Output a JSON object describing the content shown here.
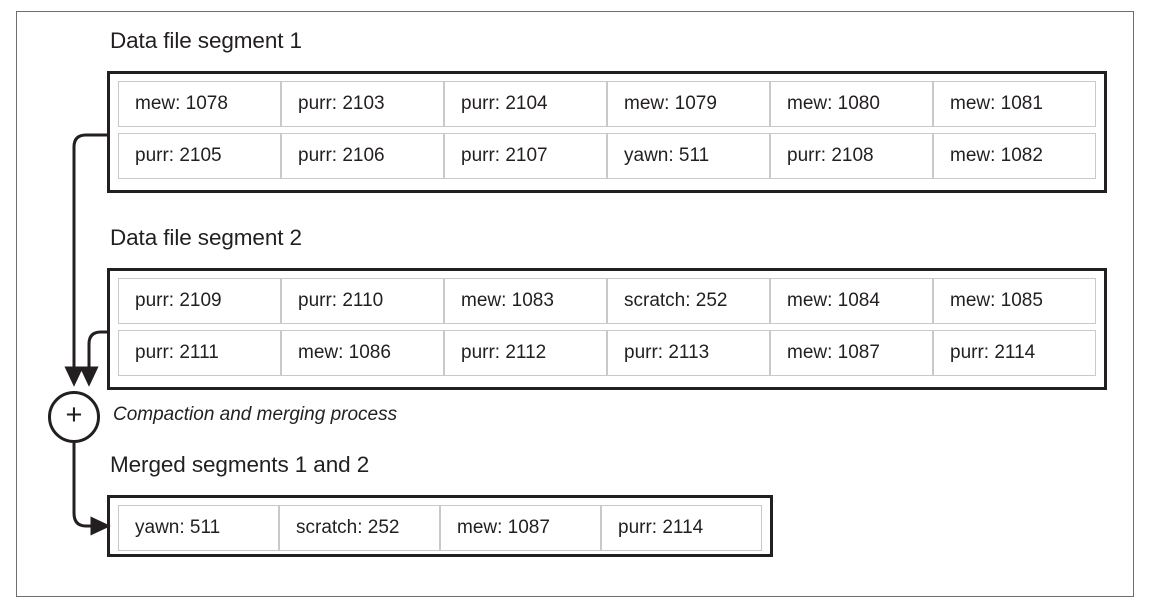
{
  "figure": {
    "sections": [
      {
        "id": "segment-1",
        "title": "Data file segment 1",
        "rows": [
          [
            "mew: 1078",
            "purr: 2103",
            "purr: 2104",
            "mew: 1079",
            "mew: 1080",
            "mew: 1081"
          ],
          [
            "purr: 2105",
            "purr: 2106",
            "purr: 2107",
            "yawn: 511",
            "purr: 2108",
            "mew: 1082"
          ]
        ]
      },
      {
        "id": "segment-2",
        "title": "Data file segment 2",
        "rows": [
          [
            "purr: 2109",
            "purr: 2110",
            "mew: 1083",
            "scratch: 252",
            "mew: 1084",
            "mew: 1085"
          ],
          [
            "purr: 2111",
            "mew: 1086",
            "purr: 2112",
            "purr: 2113",
            "mew: 1087",
            "purr: 2114"
          ]
        ]
      },
      {
        "id": "merged",
        "title": "Merged segments 1 and 2",
        "rows": [
          [
            "yawn: 511",
            "scratch: 252",
            "mew: 1087",
            "purr: 2114"
          ]
        ]
      }
    ],
    "merge_node": {
      "symbol": "+",
      "caption": "Compaction and merging process"
    },
    "colors": {
      "ink": "#231f20",
      "cell_border": "#c9c9c9",
      "frame": "#6e6e6e",
      "background": "#ffffff"
    }
  }
}
